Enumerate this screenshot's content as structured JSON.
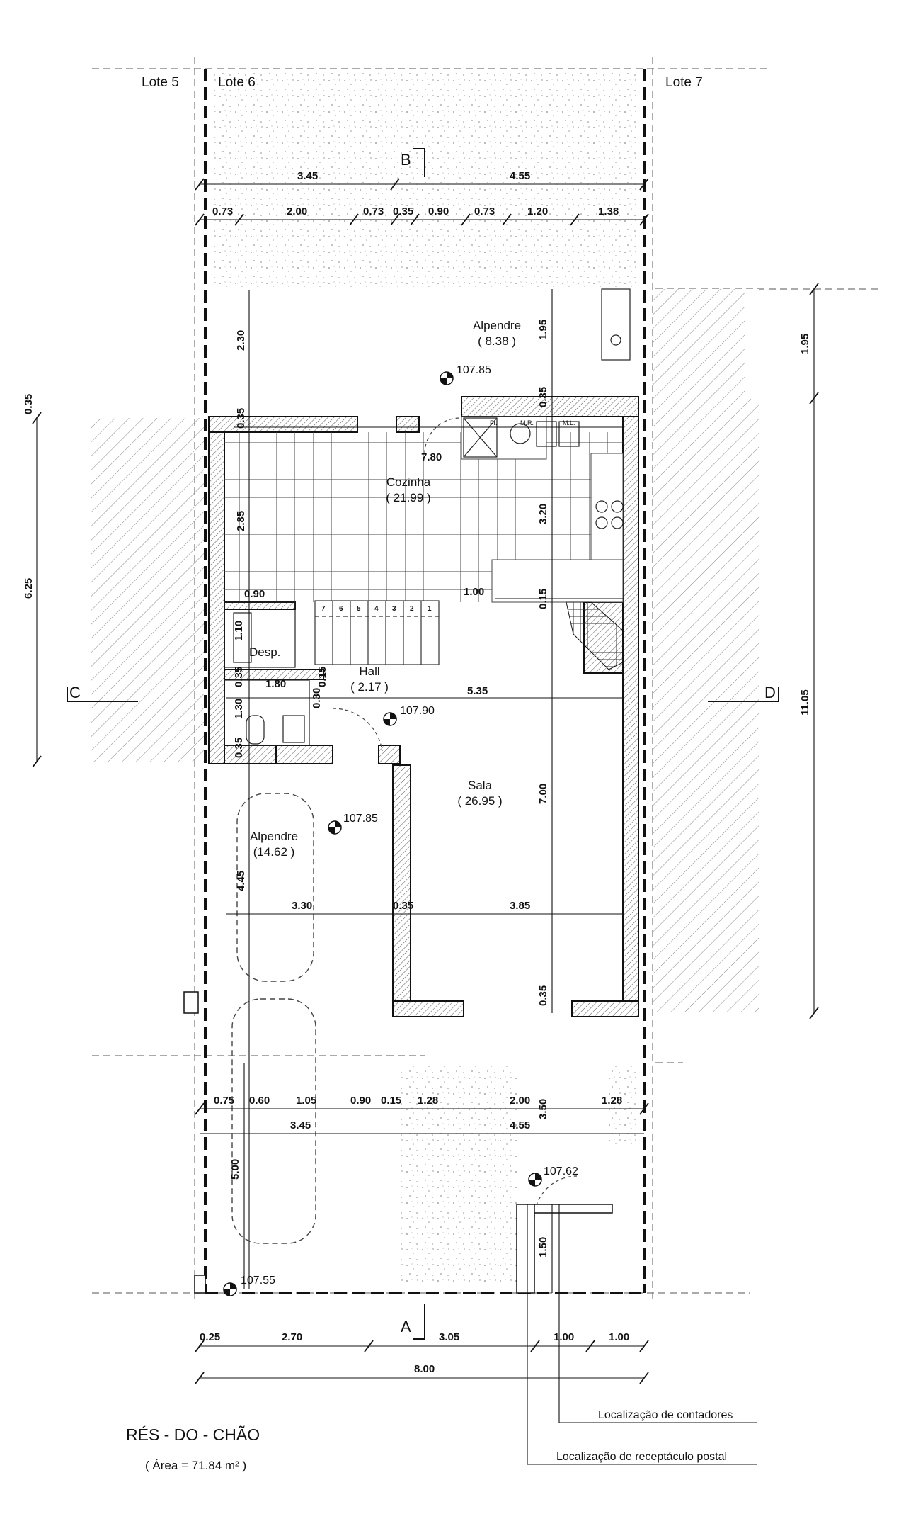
{
  "lots": {
    "left": "Lote 5",
    "center": "Lote 6",
    "right": "Lote 7"
  },
  "sections": {
    "a": "A",
    "b": "B",
    "c": "C",
    "d": "D"
  },
  "rooms": {
    "alpendre_top": {
      "name": "Alpendre",
      "area": "( 8.38 )"
    },
    "cozinha": {
      "name": "Cozinha",
      "area": "( 21.99 )"
    },
    "desp": {
      "name": "Desp."
    },
    "hall": {
      "name": "Hall",
      "area": "( 2.17 )"
    },
    "sala": {
      "name": "Sala",
      "area": "( 26.95 )"
    },
    "alpendre_left": {
      "name": "Alpendre",
      "area": "(14.62 )"
    }
  },
  "levels": [
    "107.85",
    "107.90",
    "107.85",
    "107.62",
    "107.55"
  ],
  "dimensions": {
    "top_overall": [
      "3.45",
      "4.55"
    ],
    "top_detail": [
      "0.73",
      "2.00",
      "0.73",
      "0.35",
      "0.90",
      "0.73",
      "1.20",
      "1.38"
    ],
    "interior": [
      "2.30",
      "1.95",
      "0.35",
      "0.35",
      "7.80",
      "2.85",
      "3.20",
      "1.00",
      "0.15",
      "0.90",
      "1.10",
      "0.35",
      "1.80",
      "0.15",
      "0.30",
      "1.30",
      "0.35",
      "5.35",
      "7.00",
      "4.45",
      "3.30",
      "0.35",
      "3.85",
      "0.35"
    ],
    "left_side": [
      "0.35",
      "6.25"
    ],
    "right_side": [
      "1.95",
      "11.05"
    ],
    "front_detail": [
      "0.75",
      "0.60",
      "1.05",
      "0.90",
      "0.15",
      "1.28",
      "2.00",
      "3.50",
      "1.28"
    ],
    "front_overall": [
      "3.45",
      "4.55",
      "5.00",
      "1.50"
    ],
    "bottom_detail": [
      "0.25",
      "2.70",
      "3.05",
      "1.00",
      "1.00"
    ],
    "bottom_overall": "8.00"
  },
  "stair_steps": [
    "7",
    "6",
    "5",
    "4",
    "3",
    "2",
    "1"
  ],
  "fixtures": {
    "fridge": "Fr.",
    "washing_machine": "M.R.",
    "dishwasher": "M.L."
  },
  "callouts": {
    "meters": "Localização de contadores",
    "mailbox": "Localização de receptáculo postal"
  },
  "title": {
    "name": "RÉS - DO - CHÃO",
    "area": "( Área = 71.84 m² )"
  }
}
